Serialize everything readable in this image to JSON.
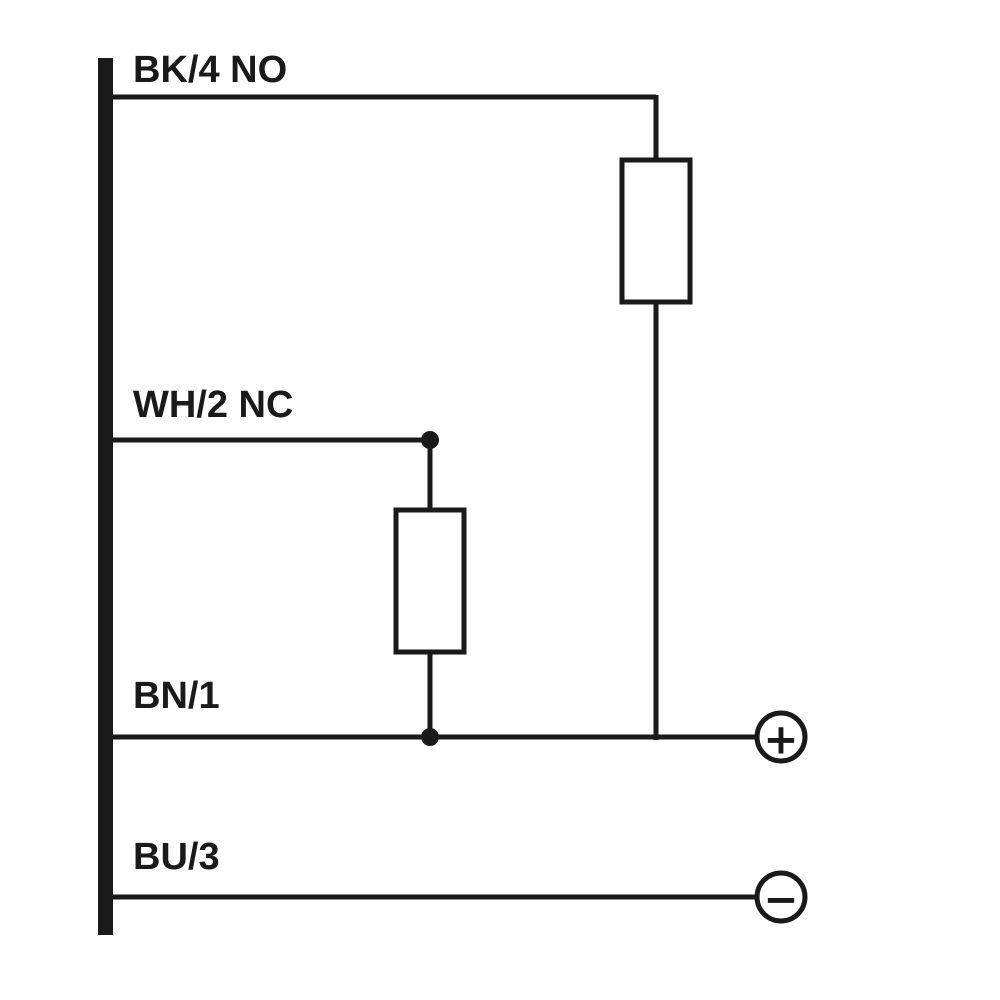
{
  "diagram": {
    "type": "sensor-wiring-diagram",
    "labels": {
      "wire1": "BK/4 NO",
      "wire2": "WH/2 NC",
      "wire3": "BN/1",
      "wire4": "BU/3"
    },
    "terminals": {
      "positive": "+",
      "negative": "−"
    },
    "components": {
      "load1": "load-resistor",
      "load2": "load-resistor"
    },
    "colors": {
      "line": "#1a1a1a",
      "background": "#ffffff"
    }
  }
}
